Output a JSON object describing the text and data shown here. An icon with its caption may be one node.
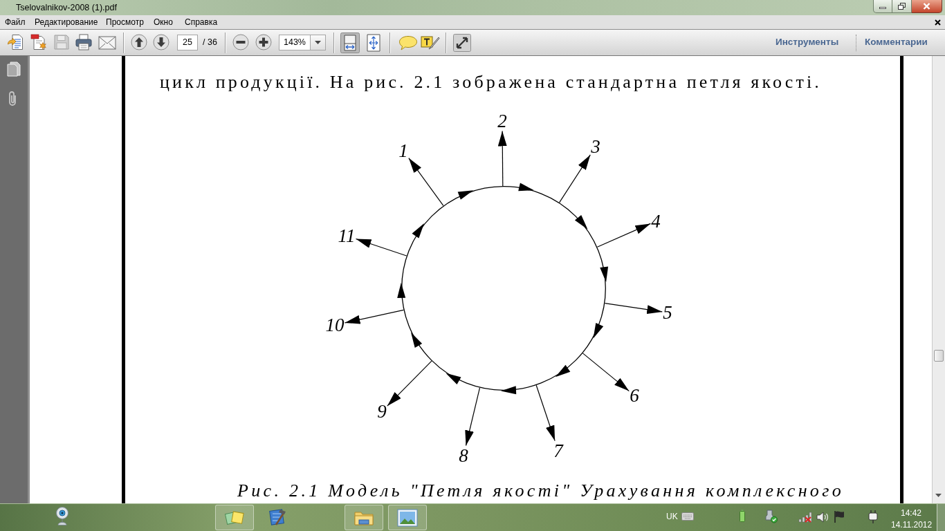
{
  "diagram": {
    "caption": "Рис. 2.1 Модель \"Петля якості\" Урахування комплексного",
    "nodes": [
      {
        "text": [],
        "shape": "circle"
      },
      {
        "text": [
          "1"
        ]
      },
      {
        "text": [
          "2"
        ]
      },
      {
        "text": [
          "3"
        ]
      },
      {
        "text": [
          "4"
        ]
      },
      {
        "text": [
          "5"
        ]
      },
      {
        "text": [
          "6"
        ]
      },
      {
        "text": [
          "7"
        ]
      },
      {
        "text": [
          "8"
        ]
      },
      {
        "text": [
          "9"
        ]
      },
      {
        "text": [
          "10"
        ]
      },
      {
        "text": [
          "11"
        ]
      }
    ],
    "edges": [
      {
        "from": 0,
        "to": 1,
        "arrow": "to"
      },
      {
        "from": 0,
        "to": 2,
        "arrow": "to"
      },
      {
        "from": 0,
        "to": 3,
        "arrow": "to"
      },
      {
        "from": 0,
        "to": 4,
        "arrow": "to"
      },
      {
        "from": 0,
        "to": 5,
        "arrow": "to"
      },
      {
        "from": 0,
        "to": 6,
        "arrow": "to"
      },
      {
        "from": 0,
        "to": 7,
        "arrow": "to"
      },
      {
        "from": 0,
        "to": 8,
        "arrow": "to"
      },
      {
        "from": 0,
        "to": 9,
        "arrow": "to"
      },
      {
        "from": 0,
        "to": 10,
        "arrow": "to"
      },
      {
        "from": 0,
        "to": 11,
        "arrow": "to"
      }
    ],
    "labels": [
      "Tselovalnikov-2008 (1).pdf",
      "Файл",
      "Редактирование",
      "Просмотр",
      "Окно",
      "Справка",
      "25",
      "/ 36",
      "143%",
      "Инструменты",
      "Комментарии",
      "цикл продукції. На рис. 2.1 зображена стандартна петля якості.",
      "UK",
      "14:42",
      "14.11.2012"
    ]
  }
}
